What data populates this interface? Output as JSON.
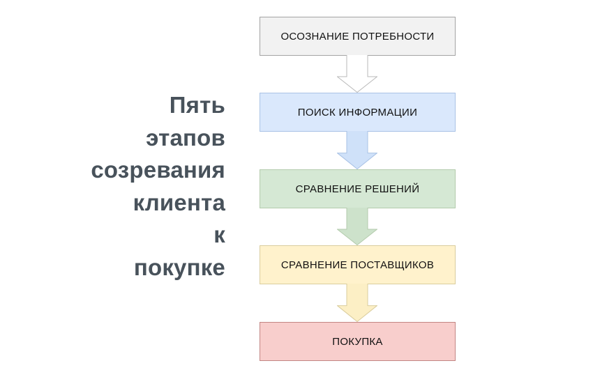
{
  "title": {
    "text": "Пять этапов созревания клиента к покупке",
    "lines": [
      "Пять",
      "этапов",
      "созревания",
      "клиента",
      "к",
      "покупке"
    ],
    "color": "#48525b"
  },
  "flowchart": {
    "label_color": "#111111",
    "steps": [
      {
        "label": "ОСОЗНАНИЕ ПОТРЕБНОСТИ",
        "fill": "#f2f2f2",
        "border": "#a3a3a3",
        "arrow_fill": "#ffffff",
        "arrow_border": "#b9b9b9"
      },
      {
        "label": "ПОИСК ИНФОРМАЦИИ",
        "fill": "#dae8fc",
        "border": "#a9c2e5",
        "arrow_fill": "#cfe1f9",
        "arrow_border": "#a9c2e5"
      },
      {
        "label": "СРАВНЕНИЕ РЕШЕНИЙ",
        "fill": "#d5e8d4",
        "border": "#b3cbac",
        "arrow_fill": "#cde2cb",
        "arrow_border": "#b3cbac"
      },
      {
        "label": "СРАВНЕНИЕ ПОСТАВЩИКОВ",
        "fill": "#fff2cc",
        "border": "#dacd9d",
        "arrow_fill": "#fcefc5",
        "arrow_border": "#dacd9d"
      },
      {
        "label": "ПОКУПКА",
        "fill": "#f8cecc",
        "border": "#c28583"
      }
    ]
  }
}
